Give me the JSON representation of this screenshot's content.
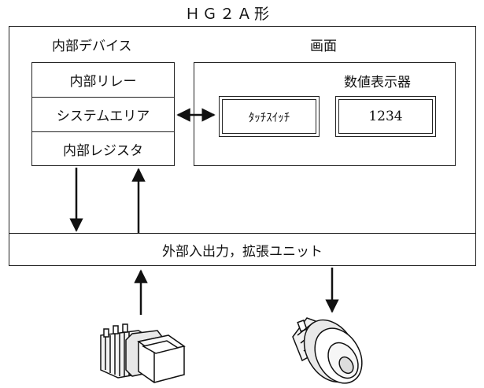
{
  "title": "ＨＧ２Ａ形",
  "internal_devices": {
    "heading": "内部デバイス",
    "rows": [
      "内部リレー",
      "システムエリア",
      "内部レジスタ"
    ]
  },
  "screen": {
    "heading": "画面",
    "numeric_display_heading": "数値表示器",
    "touch_switch_label": "ﾀｯﾁｽｲｯﾁ",
    "numeric_value": "1234"
  },
  "external_io": {
    "label": "外部入出力，拡張ユニット"
  },
  "icons": {
    "switch": "push-button-switch-icon",
    "lamp": "pilot-lamp-icon"
  }
}
